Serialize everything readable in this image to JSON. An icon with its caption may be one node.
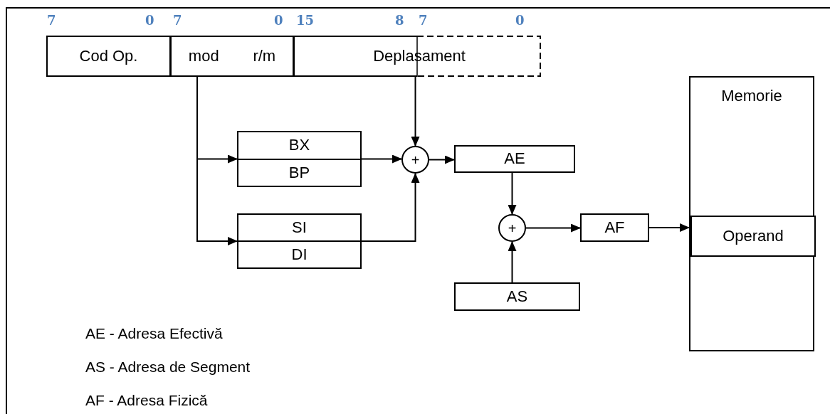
{
  "diagram": {
    "nodes": [
      {
        "text": [
          "Cod Op."
        ]
      },
      {
        "text": [
          "mod",
          "r/m"
        ]
      },
      {
        "text": [
          "Deplasament"
        ]
      },
      {
        "text": [
          "BX",
          "BP"
        ]
      },
      {
        "text": [
          "SI",
          "DI"
        ]
      },
      {
        "text": [
          "+"
        ]
      },
      {
        "text": [
          "AE"
        ]
      },
      {
        "text": [
          "+"
        ]
      },
      {
        "text": [
          "AS"
        ]
      },
      {
        "text": [
          "AF"
        ]
      },
      {
        "text": [
          "Memorie"
        ]
      },
      {
        "text": [
          "Operand"
        ],
        "in": 10
      }
    ],
    "edges": [
      {
        "from": 1,
        "to": 3,
        "arrow": "to"
      },
      {
        "from": 1,
        "to": 4,
        "arrow": "to"
      },
      {
        "from": 2,
        "to": 5,
        "arrow": "to"
      },
      {
        "from": 3,
        "to": 5,
        "arrow": "to"
      },
      {
        "from": 4,
        "to": 5,
        "arrow": "to"
      },
      {
        "from": 5,
        "to": 6,
        "arrow": "to"
      },
      {
        "from": 6,
        "to": 7,
        "arrow": "to"
      },
      {
        "from": 8,
        "to": 7,
        "arrow": "to"
      },
      {
        "from": 7,
        "to": 9,
        "arrow": "to"
      },
      {
        "from": 9,
        "to": 11,
        "arrow": "to"
      }
    ],
    "labels": [
      "7",
      "0",
      "7",
      "0",
      "15",
      "8",
      "7",
      "0",
      "AE - Adresa Efectivă",
      "AS - Adresa de Segment",
      "AF - Adresa Fizică"
    ]
  }
}
